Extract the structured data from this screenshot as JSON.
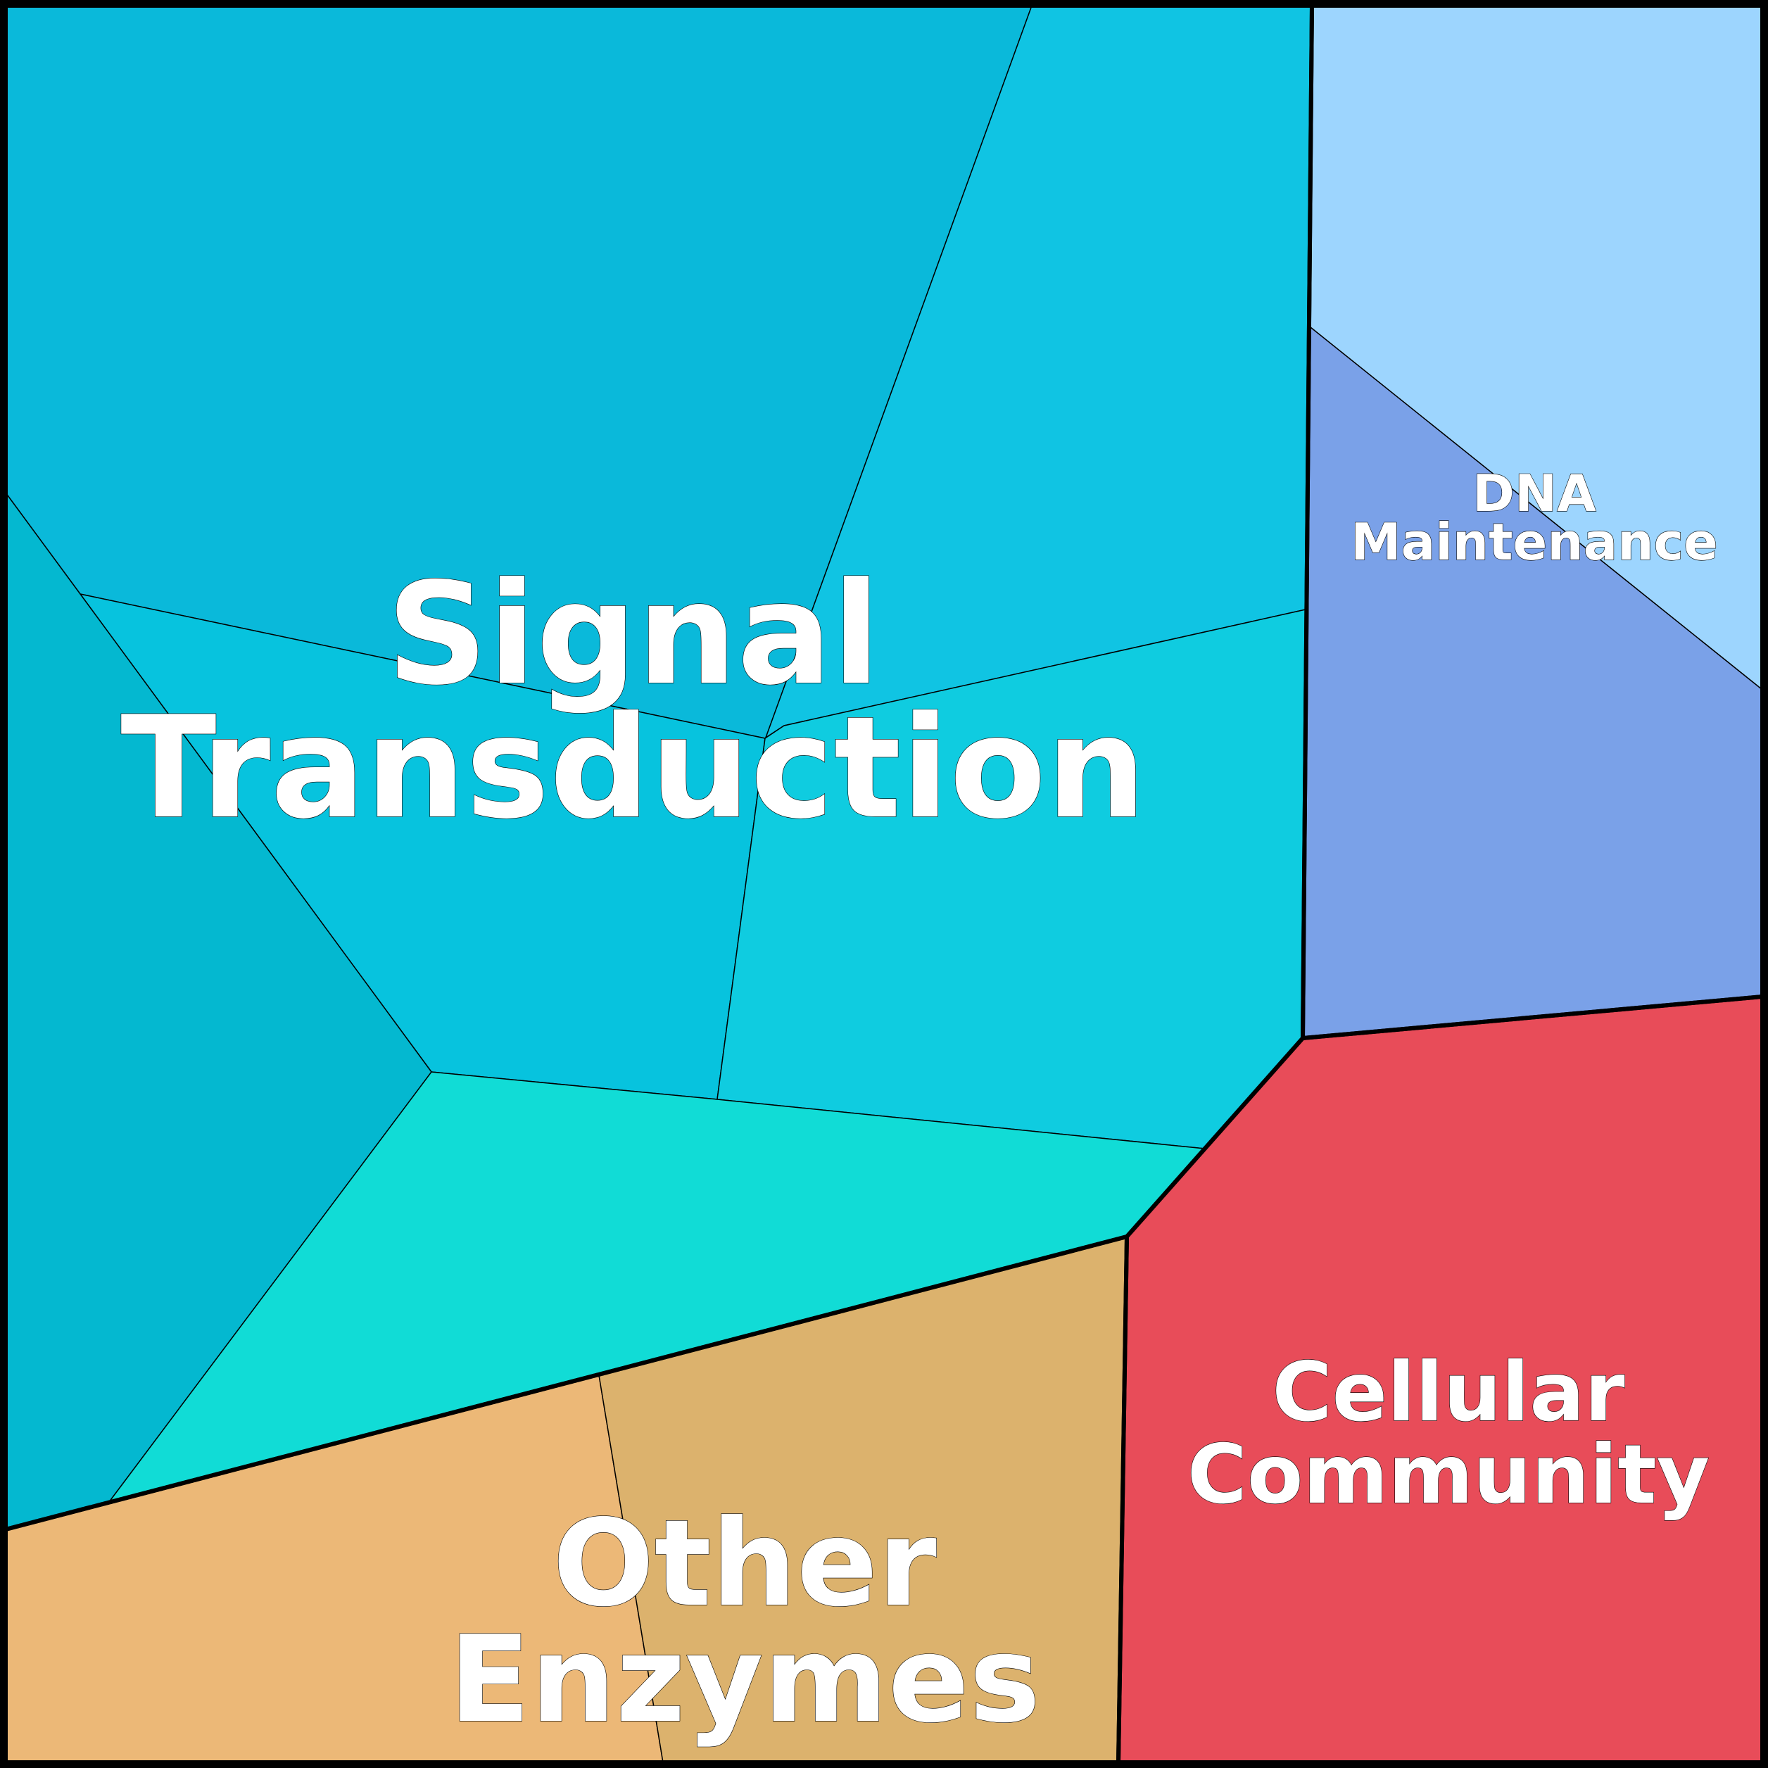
{
  "chart_data": {
    "type": "voronoi-treemap",
    "title": "",
    "groups": [
      {
        "name": "Signal Transduction",
        "label_lines": [
          "Signal",
          "Transduction"
        ],
        "color": "#0fc2e0",
        "cells": [
          {
            "color": "#0ab9da"
          },
          {
            "color": "#10c4e3"
          },
          {
            "color": "#07c3de"
          },
          {
            "color": "#0fcce0"
          },
          {
            "color": "#04b8d0"
          },
          {
            "color": "#11dcd6"
          }
        ]
      },
      {
        "name": "DNA Maintenance",
        "label_lines": [
          "DNA",
          "Maintenance"
        ],
        "color": "#8ab8f0",
        "cells": [
          {
            "color": "#9dd5fe"
          },
          {
            "color": "#7aa1e8"
          }
        ]
      },
      {
        "name": "Cellular Community",
        "label_lines": [
          "Cellular",
          "Community"
        ],
        "color": "#e84c59",
        "cells": [
          {
            "color": "#e84c59"
          }
        ]
      },
      {
        "name": "Other Enzymes",
        "label_lines": [
          "Other",
          "Enzymes"
        ],
        "color": "#e2b470",
        "cells": [
          {
            "color": "#ecb877"
          },
          {
            "color": "#dcb26d"
          }
        ]
      }
    ]
  }
}
